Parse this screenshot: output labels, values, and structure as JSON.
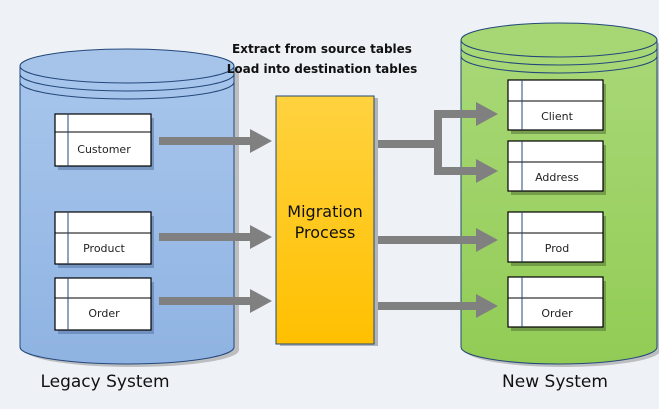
{
  "caption": {
    "line1": "Extract from source tables",
    "line2": "Load into destination tables"
  },
  "process": {
    "line1": "Migration",
    "line2": "Process",
    "color_top": "#ffd23f",
    "color_bottom": "#ffc000"
  },
  "legacy": {
    "label": "Legacy System",
    "color": "#9dbde6",
    "tables": [
      "Customer",
      "Product",
      "Order"
    ]
  },
  "new_system": {
    "label": "New System",
    "color": "#a3d46b",
    "tables": [
      "Client",
      "Address",
      "Prod",
      "Order"
    ]
  },
  "colors": {
    "arrow": "#808080",
    "outline": "#24487a",
    "background": "#eef2f7"
  }
}
